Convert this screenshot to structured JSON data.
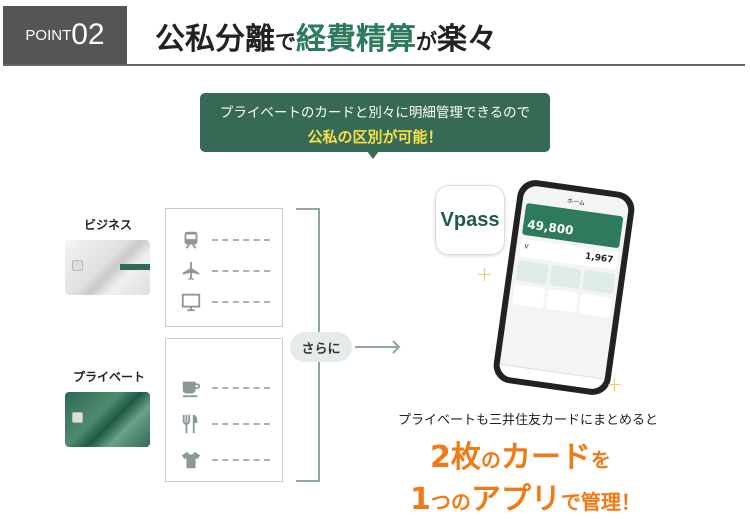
{
  "header": {
    "point_label": "POINT",
    "point_number": "02",
    "title_part1": "公私分離",
    "title_part2": "で",
    "title_highlight": "経費精算",
    "title_part3": "が",
    "title_part4": "楽々"
  },
  "bubble": {
    "line1": "プライベートのカードと別々に明細管理できるので",
    "line2": "公私の区別が可能！"
  },
  "cards": {
    "business_label": "ビジネス",
    "private_label": "プライベート"
  },
  "business_icons": [
    "train-icon",
    "airplane-icon",
    "monitor-icon"
  ],
  "private_icons": [
    "cup-icon",
    "fork-knife-icon",
    "tshirt-icon"
  ],
  "connector": {
    "label": "さらに"
  },
  "app": {
    "name": "Vpass",
    "screen_title": "ホーム",
    "amount": "49,800",
    "points": "1,967"
  },
  "footer": {
    "subtitle": "プライベートも三井住友カードにまとめると",
    "big1_a": "2枚",
    "big1_b": "の",
    "big1_c": "カード",
    "big1_d": "を",
    "big2_a": "1",
    "big2_b": "つの",
    "big2_c": "アプリ",
    "big2_d": "で",
    "big2_e": "管理！"
  },
  "colors": {
    "green": "#376a55",
    "accent": "#2e7a5c",
    "orange": "#f07a16",
    "yellow": "#f5e04a"
  }
}
